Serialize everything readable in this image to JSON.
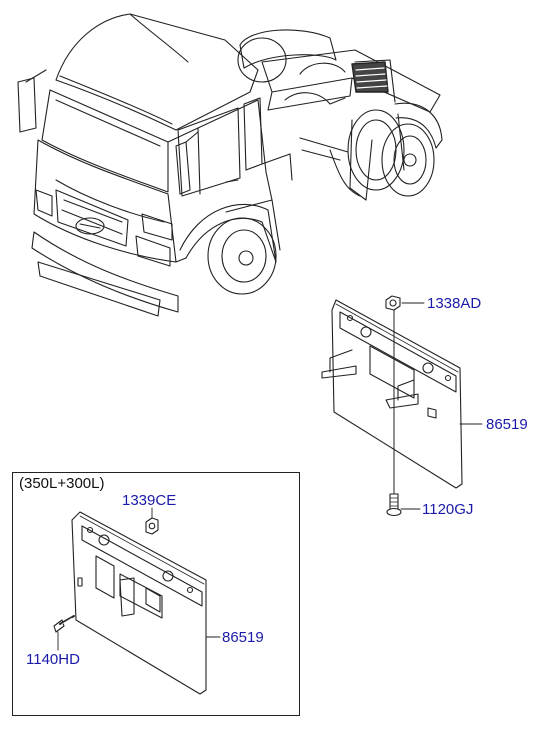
{
  "diagram": {
    "part_labels": {
      "nut_top": "1338AD",
      "mudflap_main": "86519",
      "bolt_main": "1120GJ",
      "nut_inset": "1339CE",
      "mudflap_inset": "86519",
      "bolt_inset": "1140HD"
    },
    "variant_caption": "(350L+300L)",
    "colors": {
      "label_blue": "#1a1aa8",
      "line_black": "#222222",
      "highlight_grey": "#444444"
    }
  }
}
